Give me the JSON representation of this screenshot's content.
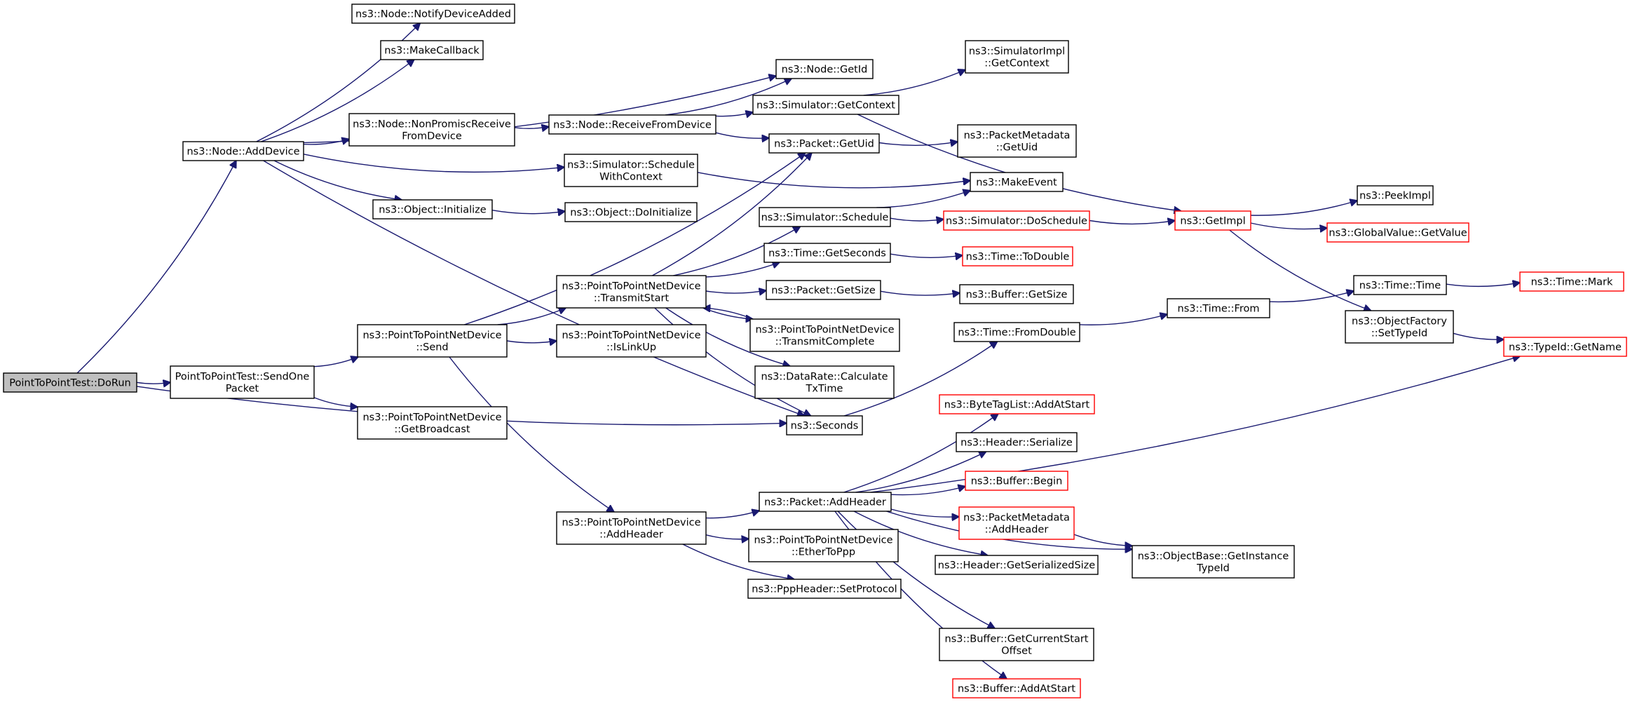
{
  "nodes": [
    {
      "id": "dorun",
      "lines": [
        "PointToPointTest::DoRun"
      ],
      "style": "root"
    },
    {
      "id": "sendone",
      "lines": [
        "PointToPointTest::SendOne",
        "Packet"
      ],
      "style": "normal"
    },
    {
      "id": "adddevice",
      "lines": [
        "ns3::Node::AddDevice"
      ],
      "style": "normal"
    },
    {
      "id": "notify",
      "lines": [
        "ns3::Node::NotifyDeviceAdded"
      ],
      "style": "normal"
    },
    {
      "id": "makecb",
      "lines": [
        "ns3::MakeCallback"
      ],
      "style": "normal"
    },
    {
      "id": "nonpromisc",
      "lines": [
        "ns3::Node::NonPromiscReceive",
        "FromDevice"
      ],
      "style": "normal"
    },
    {
      "id": "objinit",
      "lines": [
        "ns3::Object::Initialize"
      ],
      "style": "normal"
    },
    {
      "id": "p2psend",
      "lines": [
        "ns3::PointToPointNetDevice",
        "::Send"
      ],
      "style": "normal"
    },
    {
      "id": "getbroadcast",
      "lines": [
        "ns3::PointToPointNetDevice",
        "::GetBroadcast"
      ],
      "style": "normal"
    },
    {
      "id": "recvfromdev",
      "lines": [
        "ns3::Node::ReceiveFromDevice"
      ],
      "style": "normal"
    },
    {
      "id": "schedctx",
      "lines": [
        "ns3::Simulator::Schedule",
        "WithContext"
      ],
      "style": "normal"
    },
    {
      "id": "doinit",
      "lines": [
        "ns3::Object::DoInitialize"
      ],
      "style": "normal"
    },
    {
      "id": "transmitstart",
      "lines": [
        "ns3::PointToPointNetDevice",
        "::TransmitStart"
      ],
      "style": "normal"
    },
    {
      "id": "islinkup",
      "lines": [
        "ns3::PointToPointNetDevice",
        "::IsLinkUp"
      ],
      "style": "normal"
    },
    {
      "id": "p2paddheader",
      "lines": [
        "ns3::PointToPointNetDevice",
        "::AddHeader"
      ],
      "style": "normal"
    },
    {
      "id": "getid",
      "lines": [
        "ns3::Node::GetId"
      ],
      "style": "normal"
    },
    {
      "id": "simgetctx",
      "lines": [
        "ns3::Simulator::GetContext"
      ],
      "style": "normal"
    },
    {
      "id": "getuid",
      "lines": [
        "ns3::Packet::GetUid"
      ],
      "style": "normal"
    },
    {
      "id": "simschedule",
      "lines": [
        "ns3::Simulator::Schedule"
      ],
      "style": "normal"
    },
    {
      "id": "getseconds",
      "lines": [
        "ns3::Time::GetSeconds"
      ],
      "style": "normal"
    },
    {
      "id": "getsize",
      "lines": [
        "ns3::Packet::GetSize"
      ],
      "style": "normal"
    },
    {
      "id": "transmitcomplete",
      "lines": [
        "ns3::PointToPointNetDevice",
        "::TransmitComplete"
      ],
      "style": "normal"
    },
    {
      "id": "calctx",
      "lines": [
        "ns3::DataRate::Calculate",
        "TxTime"
      ],
      "style": "normal"
    },
    {
      "id": "seconds",
      "lines": [
        "ns3::Seconds"
      ],
      "style": "normal"
    },
    {
      "id": "pktaddheader",
      "lines": [
        "ns3::Packet::AddHeader"
      ],
      "style": "normal"
    },
    {
      "id": "ethertoppp",
      "lines": [
        "ns3::PointToPointNetDevice",
        "::EtherToPpp"
      ],
      "style": "normal"
    },
    {
      "id": "setprotocol",
      "lines": [
        "ns3::PppHeader::SetProtocol"
      ],
      "style": "normal"
    },
    {
      "id": "implgetctx",
      "lines": [
        "ns3::SimulatorImpl",
        "::GetContext"
      ],
      "style": "normal"
    },
    {
      "id": "metagetuid",
      "lines": [
        "ns3::PacketMetadata",
        "::GetUid"
      ],
      "style": "normal"
    },
    {
      "id": "makeevent",
      "lines": [
        "ns3::MakeEvent"
      ],
      "style": "normal"
    },
    {
      "id": "doschedule",
      "lines": [
        "ns3::Simulator::DoSchedule"
      ],
      "style": "red"
    },
    {
      "id": "todouble",
      "lines": [
        "ns3::Time::ToDouble"
      ],
      "style": "red"
    },
    {
      "id": "bufgetsize",
      "lines": [
        "ns3::Buffer::GetSize"
      ],
      "style": "normal"
    },
    {
      "id": "fromdouble",
      "lines": [
        "ns3::Time::FromDouble"
      ],
      "style": "normal"
    },
    {
      "id": "bytetag",
      "lines": [
        "ns3::ByteTagList::AddAtStart"
      ],
      "style": "red"
    },
    {
      "id": "hdrserialize",
      "lines": [
        "ns3::Header::Serialize"
      ],
      "style": "normal"
    },
    {
      "id": "bufbegin",
      "lines": [
        "ns3::Buffer::Begin"
      ],
      "style": "red"
    },
    {
      "id": "metaaddheader",
      "lines": [
        "ns3::PacketMetadata",
        "::AddHeader"
      ],
      "style": "red"
    },
    {
      "id": "hdrsersize",
      "lines": [
        "ns3::Header::GetSerializedSize"
      ],
      "style": "normal"
    },
    {
      "id": "bufgetcso",
      "lines": [
        "ns3::Buffer::GetCurrentStart",
        "Offset"
      ],
      "style": "normal"
    },
    {
      "id": "bufaddatstart",
      "lines": [
        "ns3::Buffer::AddAtStart"
      ],
      "style": "red"
    },
    {
      "id": "getimpl",
      "lines": [
        "ns3::GetImpl"
      ],
      "style": "red"
    },
    {
      "id": "timefrom",
      "lines": [
        "ns3::Time::From"
      ],
      "style": "normal"
    },
    {
      "id": "getinsttype",
      "lines": [
        "ns3::ObjectBase::GetInstance",
        "TypeId"
      ],
      "style": "normal"
    },
    {
      "id": "peekimpl",
      "lines": [
        "ns3::PeekImpl"
      ],
      "style": "normal"
    },
    {
      "id": "gvgetvalue",
      "lines": [
        "ns3::GlobalValue::GetValue"
      ],
      "style": "red"
    },
    {
      "id": "timetime",
      "lines": [
        "ns3::Time::Time"
      ],
      "style": "normal"
    },
    {
      "id": "ofsettypeid",
      "lines": [
        "ns3::ObjectFactory",
        "::SetTypeId"
      ],
      "style": "normal"
    },
    {
      "id": "timemark",
      "lines": [
        "ns3::Time::Mark"
      ],
      "style": "red"
    },
    {
      "id": "typeidgetname",
      "lines": [
        "ns3::TypeId::GetName"
      ],
      "style": "red"
    }
  ],
  "edges": [
    [
      "dorun",
      "sendone"
    ],
    [
      "dorun",
      "adddevice"
    ],
    [
      "dorun",
      "seconds"
    ],
    [
      "sendone",
      "p2psend"
    ],
    [
      "sendone",
      "getbroadcast"
    ],
    [
      "adddevice",
      "notify"
    ],
    [
      "adddevice",
      "makecb"
    ],
    [
      "adddevice",
      "getid"
    ],
    [
      "adddevice",
      "nonpromisc"
    ],
    [
      "adddevice",
      "schedctx"
    ],
    [
      "adddevice",
      "objinit"
    ],
    [
      "adddevice",
      "seconds"
    ],
    [
      "nonpromisc",
      "recvfromdev"
    ],
    [
      "recvfromdev",
      "getid"
    ],
    [
      "recvfromdev",
      "simgetctx"
    ],
    [
      "recvfromdev",
      "getuid"
    ],
    [
      "objinit",
      "doinit"
    ],
    [
      "schedctx",
      "makeevent"
    ],
    [
      "p2psend",
      "getuid"
    ],
    [
      "p2psend",
      "transmitstart"
    ],
    [
      "p2psend",
      "islinkup"
    ],
    [
      "p2psend",
      "p2paddheader"
    ],
    [
      "transmitstart",
      "getuid"
    ],
    [
      "transmitstart",
      "simschedule"
    ],
    [
      "transmitstart",
      "getseconds"
    ],
    [
      "transmitstart",
      "getsize"
    ],
    [
      "transmitstart",
      "transmitcomplete"
    ],
    [
      "transmitstart",
      "calctx"
    ],
    [
      "transmitstart",
      "seconds"
    ],
    [
      "transmitcomplete",
      "transmitstart"
    ],
    [
      "p2paddheader",
      "pktaddheader"
    ],
    [
      "p2paddheader",
      "ethertoppp"
    ],
    [
      "p2paddheader",
      "setprotocol"
    ],
    [
      "simgetctx",
      "implgetctx"
    ],
    [
      "simgetctx",
      "getimpl"
    ],
    [
      "getuid",
      "metagetuid"
    ],
    [
      "simschedule",
      "makeevent"
    ],
    [
      "simschedule",
      "doschedule"
    ],
    [
      "doschedule",
      "getimpl"
    ],
    [
      "getseconds",
      "todouble"
    ],
    [
      "getsize",
      "bufgetsize"
    ],
    [
      "seconds",
      "fromdouble"
    ],
    [
      "fromdouble",
      "timefrom"
    ],
    [
      "timefrom",
      "timetime"
    ],
    [
      "timetime",
      "timemark"
    ],
    [
      "getimpl",
      "peekimpl"
    ],
    [
      "getimpl",
      "gvgetvalue"
    ],
    [
      "getimpl",
      "ofsettypeid"
    ],
    [
      "ofsettypeid",
      "typeidgetname"
    ],
    [
      "pktaddheader",
      "bytetag"
    ],
    [
      "pktaddheader",
      "hdrserialize"
    ],
    [
      "pktaddheader",
      "bufbegin"
    ],
    [
      "pktaddheader",
      "metaaddheader"
    ],
    [
      "pktaddheader",
      "hdrsersize"
    ],
    [
      "pktaddheader",
      "getinsttype"
    ],
    [
      "pktaddheader",
      "bufgetcso"
    ],
    [
      "pktaddheader",
      "bufaddatstart"
    ],
    [
      "pktaddheader",
      "typeidgetname"
    ],
    [
      "metaaddheader",
      "getinsttype"
    ]
  ]
}
